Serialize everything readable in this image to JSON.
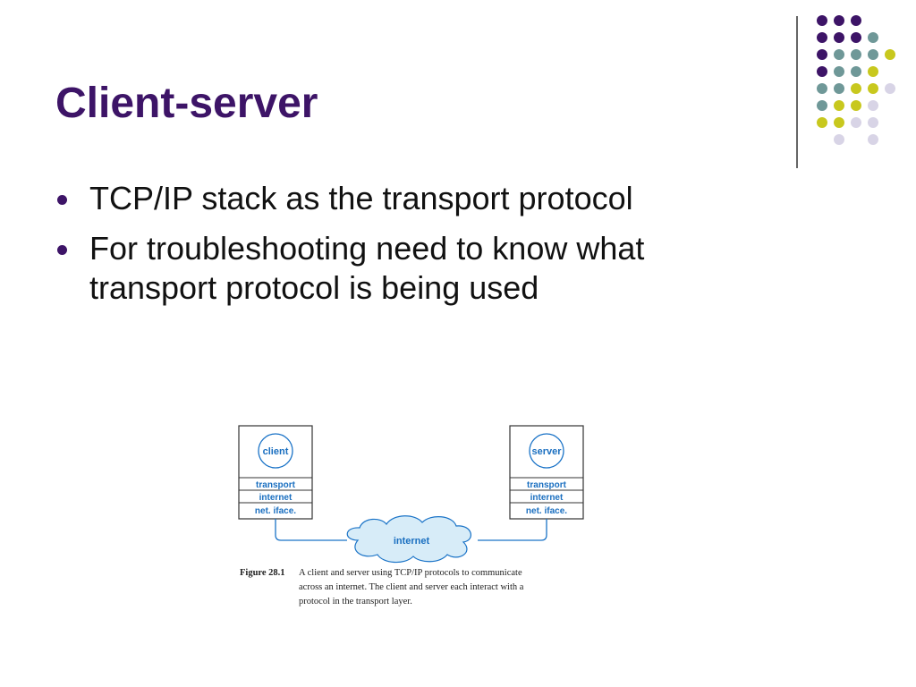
{
  "slide": {
    "title": "Client-server",
    "bullets": [
      "TCP/IP stack as the transport protocol",
      "For troubleshooting need to know what transport protocol is being used"
    ]
  },
  "decoration": {
    "colors": {
      "purple": "#3d1467",
      "teal": "#6f9898",
      "yellow": "#c8c81e",
      "lavender": "#d8d4e6"
    }
  },
  "figure": {
    "client_stack": {
      "app_label": "client",
      "layers": [
        "transport",
        "internet",
        "net. iface."
      ]
    },
    "server_stack": {
      "app_label": "server",
      "layers": [
        "transport",
        "internet",
        "net. iface."
      ]
    },
    "cloud_label": "internet",
    "caption": {
      "label": "Figure 28.1",
      "lines": [
        "A client and server using TCP/IP protocols to communicate",
        "across an internet. The client and server each interact with a",
        "protocol in the transport layer."
      ]
    },
    "colors": {
      "line": "#1a73c7",
      "cloud_fill": "#d7ecf8",
      "box_stroke": "#333333",
      "layer_text": "#1a6fc0"
    }
  }
}
